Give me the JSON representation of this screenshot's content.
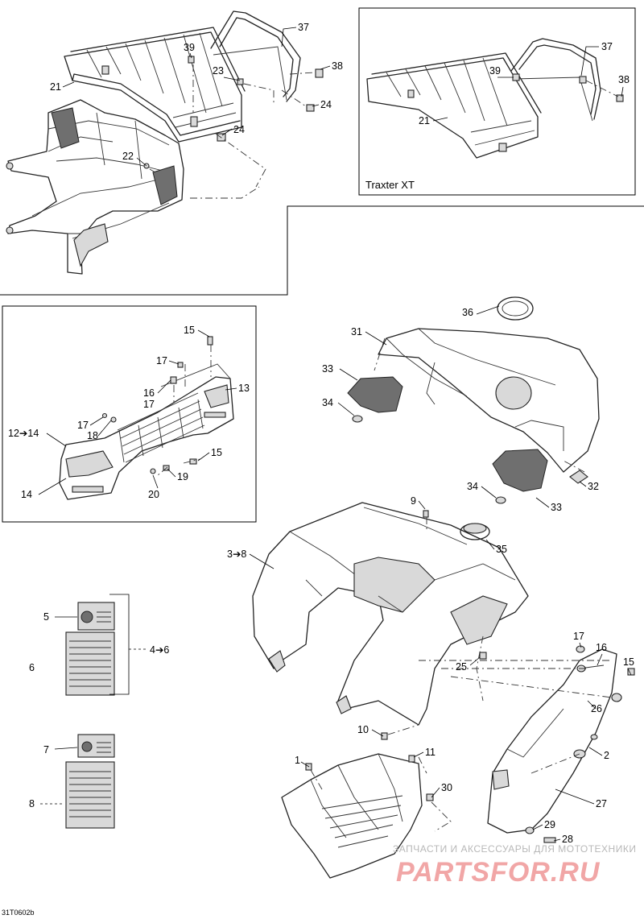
{
  "drawing_code": "31T0602b",
  "inset_label": "Traxter XT",
  "watermark": {
    "line1": "ЗАПЧАСТИ И АКСЕССУАРЫ ДЛЯ МОТОТЕХНИКИ",
    "line2": "PARTSFOR.RU"
  },
  "callouts": [
    "37",
    "39",
    "38",
    "21",
    "23",
    "24",
    "24",
    "22",
    "37",
    "39",
    "38",
    "21",
    "15",
    "17",
    "13",
    "16",
    "17",
    "17",
    "18",
    "12➔14",
    "15",
    "19",
    "20",
    "14",
    "36",
    "31",
    "33",
    "34",
    "32",
    "34",
    "33",
    "9",
    "35",
    "3➔8",
    "5",
    "6",
    "4➔6",
    "7",
    "8",
    "17",
    "16",
    "15",
    "25",
    "26",
    "10",
    "2",
    "1",
    "11",
    "27",
    "30",
    "29",
    "28"
  ]
}
